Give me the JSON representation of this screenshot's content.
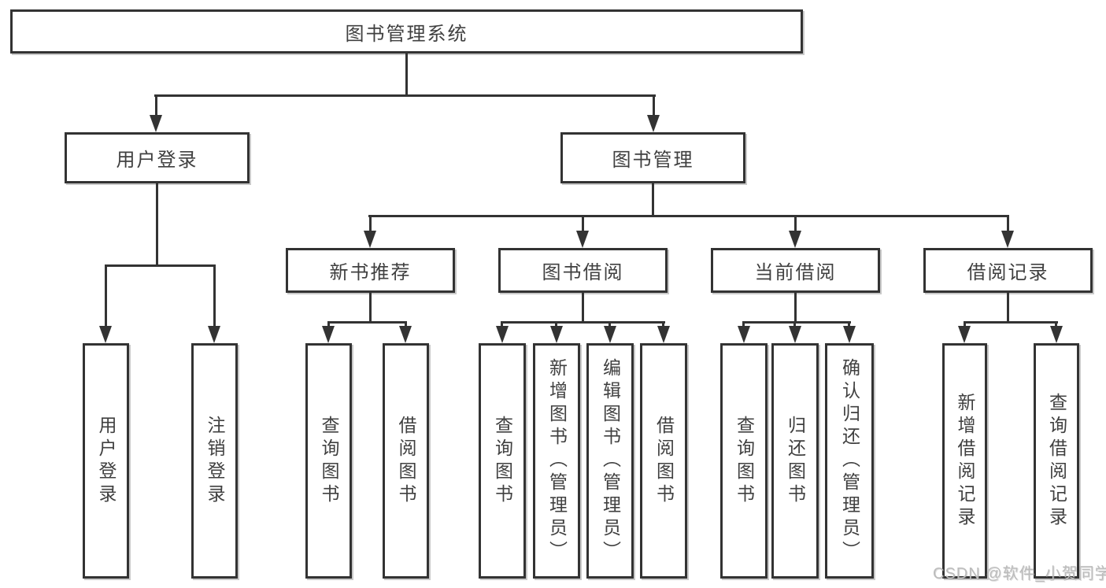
{
  "diagram": {
    "title": "图书管理系统",
    "tree": {
      "label": "图书管理系统",
      "children": [
        {
          "label": "用户登录",
          "children": [
            {
              "label": "用户登录"
            },
            {
              "label": "注销登录"
            }
          ]
        },
        {
          "label": "图书管理",
          "children": [
            {
              "label": "新书推荐",
              "children": [
                {
                  "label": "查询图书"
                },
                {
                  "label": "借阅图书"
                }
              ]
            },
            {
              "label": "图书借阅",
              "children": [
                {
                  "label": "查询图书"
                },
                {
                  "label": "新增图书（管理员）"
                },
                {
                  "label": "编辑图书（管理员）"
                },
                {
                  "label": "借阅图书"
                }
              ]
            },
            {
              "label": "当前借阅",
              "children": [
                {
                  "label": "查询图书"
                },
                {
                  "label": "归还图书"
                },
                {
                  "label": "确认归还（管理员）"
                }
              ]
            },
            {
              "label": "借阅记录",
              "children": [
                {
                  "label": "新增借阅记录"
                },
                {
                  "label": "查询借阅记录"
                }
              ]
            }
          ]
        }
      ]
    },
    "colors": {
      "line": "#333333",
      "text": "#404040",
      "background": "#ffffff",
      "watermark": "#bcbcbc"
    }
  },
  "watermark": {
    "text": "CSDN @软件_小贺同学"
  }
}
